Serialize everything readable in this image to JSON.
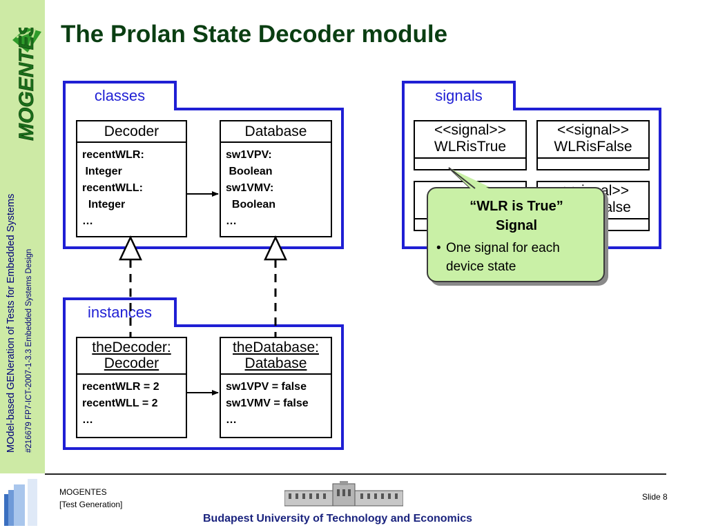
{
  "slide": {
    "title": "The Prolan State Decoder module",
    "sidebar_text_1": "MOdel-based GENeration of Tests for Embedded Systems",
    "sidebar_text_2": "#216679 FP7-ICT-2007-1-3.3 Embedded Systems Design",
    "logo_text": "MOGENTES"
  },
  "sections": {
    "classes": "classes",
    "signals": "signals",
    "instances": "instances"
  },
  "classes": {
    "decoder": {
      "name": "Decoder",
      "body": "recentWLR:\n Integer\nrecentWLL:\n  Integer\n…"
    },
    "database": {
      "name": "Database",
      "body": "sw1VPV:\n Boolean\nsw1VMV:\n  Boolean\n…"
    }
  },
  "instances": {
    "decoder": {
      "name_1": "theDecoder:",
      "name_2": "Decoder",
      "body": "recentWLR = 2\nrecentWLL = 2\n…"
    },
    "database": {
      "name_1": "theDatabase:",
      "name_2": "Database",
      "body": "sw1VPV = false\nsw1VMV = false\n…"
    }
  },
  "signals": [
    {
      "stereotype": "<<signal>>",
      "name": "WLRisTrue"
    },
    {
      "stereotype": "<<signal>>",
      "name": "WLRisFalse"
    },
    {
      "stereotype": "",
      "name": ""
    },
    {
      "stereotype": "<<signal>>",
      "name": "WLLisFalse"
    }
  ],
  "callout": {
    "title_1": "“WLR is True”",
    "title_2": "Signal",
    "bullet_1": "One signal for each",
    "bullet_2": "device state"
  },
  "footer": {
    "project": "MOGENTES",
    "work_package": "[Test Generation]",
    "slide_label": "Slide 8",
    "university": "Budapest University of Technology and Economics"
  },
  "colors": {
    "frame_blue": "#1f1fd4",
    "title_green": "#0a3e12",
    "sidebar_green": "#cdeaa5",
    "callout_green": "#c9f0a6"
  }
}
